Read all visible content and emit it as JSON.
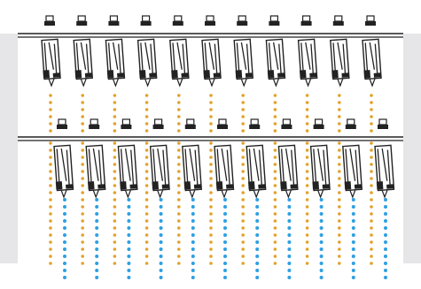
{
  "colors": {
    "background": "#e6e6e8",
    "panel": "#ffffff",
    "rail": "#222222",
    "upper_stream": "#e1a22b",
    "lower_stream": "#2f9fe1"
  },
  "diagram": {
    "upper_stage_unit_count": 11,
    "lower_stage_unit_count": 11,
    "upper_stream_color_name": "orange",
    "lower_stream_color_name": "blue"
  }
}
